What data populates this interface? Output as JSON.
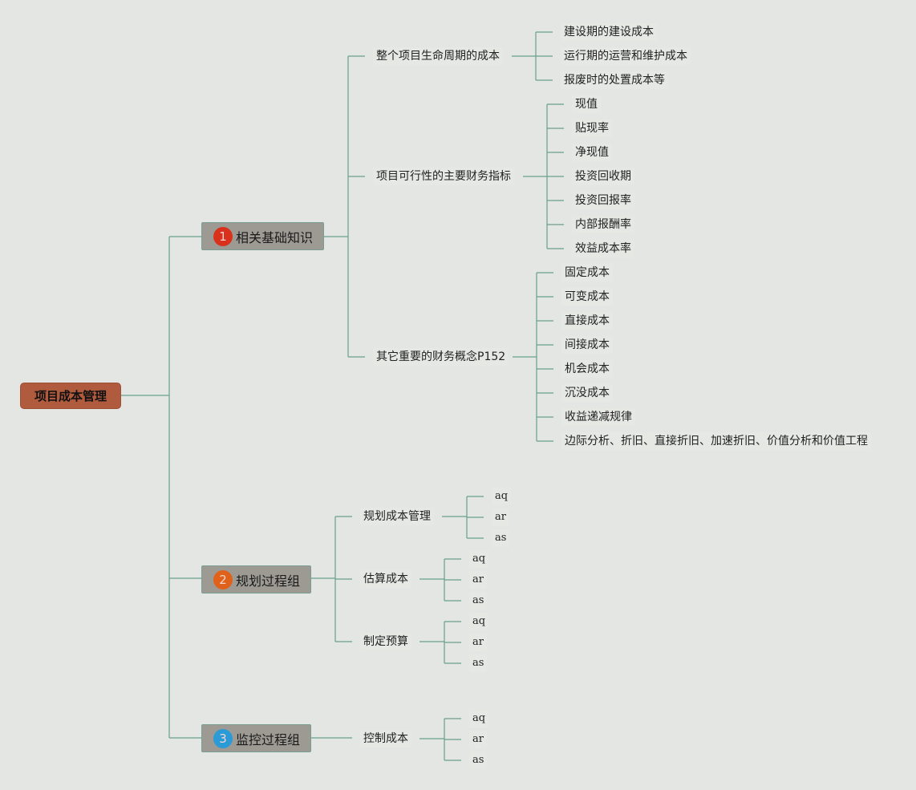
{
  "root": {
    "label": "项目成本管理",
    "color": "#b05a3e"
  },
  "line_color": "#6a9f8e",
  "branches": [
    {
      "number": "1",
      "badge_color": "#d9311c",
      "label": "相关基础知识",
      "topics": [
        {
          "label": "整个项目生命周期的成本",
          "items": [
            "建设期的建设成本",
            "运行期的运营和维护成本",
            "报废时的处置成本等"
          ]
        },
        {
          "label": "项目可行性的主要财务指标",
          "items": [
            "现值",
            "贴现率",
            "净现值",
            "投资回收期",
            "投资回报率",
            "内部报酬率",
            "效益成本率"
          ]
        },
        {
          "label": "其它重要的财务概念P152",
          "items": [
            "固定成本",
            "可变成本",
            "直接成本",
            "间接成本",
            "机会成本",
            "沉没成本",
            "收益递减规律",
            "边际分析、折旧、直接折旧、加速折旧、价值分析和价值工程"
          ]
        }
      ]
    },
    {
      "number": "2",
      "badge_color": "#e0621a",
      "label": "规划过程组",
      "topics": [
        {
          "label": "规划成本管理",
          "items": [
            "aq",
            "ar",
            "as"
          ]
        },
        {
          "label": "估算成本",
          "items": [
            "aq",
            "ar",
            "as"
          ]
        },
        {
          "label": "制定预算",
          "items": [
            "aq",
            "ar",
            "as"
          ]
        }
      ]
    },
    {
      "number": "3",
      "badge_color": "#2a9bd6",
      "label": "监控过程组",
      "topics": [
        {
          "label": "控制成本",
          "items": [
            "aq",
            "ar",
            "as"
          ]
        }
      ]
    }
  ]
}
